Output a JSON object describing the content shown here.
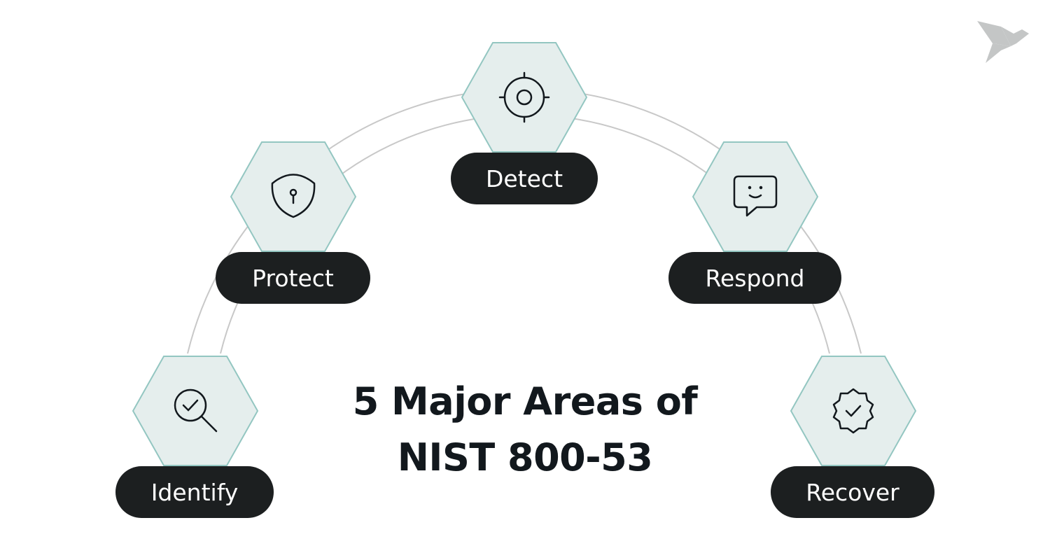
{
  "title": {
    "line1": "5 Major Areas of",
    "line2": "NIST 800-53"
  },
  "areas": [
    {
      "label": "Identify",
      "icon": "magnifier-check-icon"
    },
    {
      "label": "Protect",
      "icon": "shield-keyhole-icon"
    },
    {
      "label": "Detect",
      "icon": "crosshair-target-icon"
    },
    {
      "label": "Respond",
      "icon": "chat-smile-icon"
    },
    {
      "label": "Recover",
      "icon": "badge-check-icon"
    }
  ],
  "colors": {
    "hex_fill": "#e5eeed",
    "hex_stroke": "#93c6c1",
    "pill": "#1c1f20",
    "arc": "#c8c8c8",
    "logo": "#c4c6c6"
  },
  "logo": "origami-bird-logo"
}
